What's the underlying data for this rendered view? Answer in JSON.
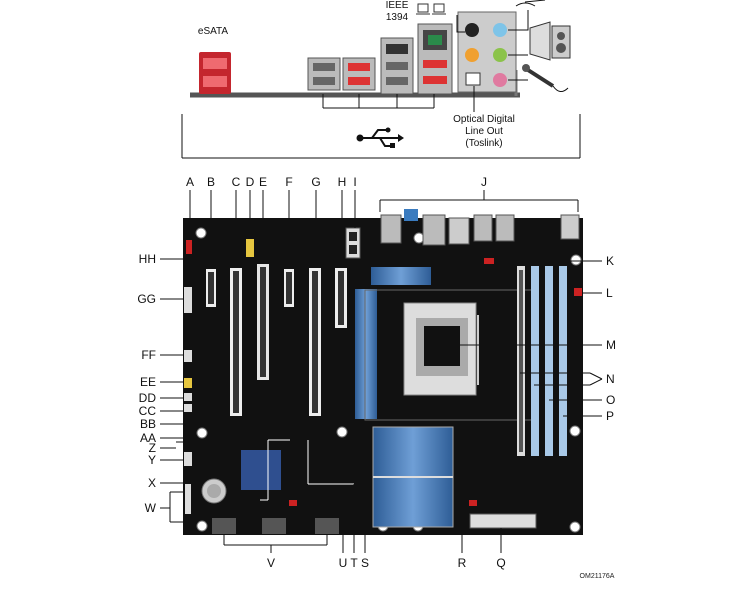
{
  "io_panel": {
    "esata": "eSATA",
    "ieee1394": [
      "IEEE",
      "1394"
    ],
    "optical": [
      "Optical Digital",
      "Line Out",
      "(Toslink)"
    ]
  },
  "callouts": {
    "top": [
      "A",
      "B",
      "C",
      "D",
      "E",
      "F",
      "G",
      "H",
      "I",
      "J"
    ],
    "right": [
      "K",
      "L",
      "M",
      "N",
      "O",
      "P"
    ],
    "bottom": [
      "Q",
      "R",
      "S",
      "T",
      "U",
      "V"
    ],
    "left": [
      "W",
      "X",
      "Y",
      "Z",
      "AA",
      "BB",
      "CC",
      "DD",
      "EE",
      "FF",
      "GG",
      "HH"
    ]
  },
  "part_code": "OM21176A",
  "colors": {
    "board": "#111111",
    "heatsink": "#3f77b8",
    "dimm_blue": "#a9c9e8",
    "esata_red": "#d9343c",
    "accent_red": "#cc2222"
  },
  "icons": [
    "usb-icon",
    "speaker-icon",
    "headphone-icon",
    "microphone-icon",
    "network-icon"
  ]
}
